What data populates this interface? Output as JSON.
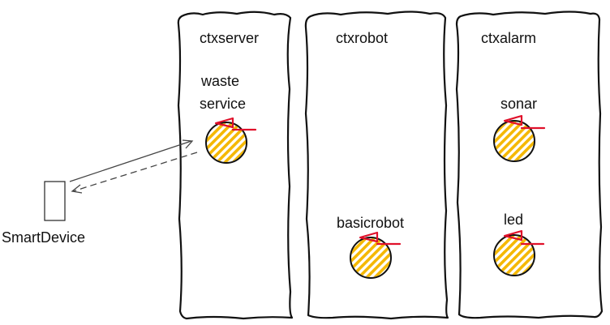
{
  "colors": {
    "actor_stripe": "#f5b800",
    "port_mark": "#e0102a",
    "outline": "#111111"
  },
  "contexts": [
    {
      "label": "ctxserver"
    },
    {
      "label": "ctxrobot"
    },
    {
      "label": "ctxalarm"
    }
  ],
  "actors": [
    {
      "label_lines": [
        "waste",
        "service"
      ],
      "context": "ctxserver"
    },
    {
      "label_lines": [
        "basicrobot"
      ],
      "context": "ctxrobot"
    },
    {
      "label_lines": [
        "sonar"
      ],
      "context": "ctxalarm"
    },
    {
      "label_lines": [
        "led"
      ],
      "context": "ctxalarm"
    }
  ],
  "external_device": {
    "label": "SmartDevice"
  },
  "connections": [
    {
      "from": "SmartDevice",
      "to": "waste service",
      "style": "solid"
    },
    {
      "from": "waste service",
      "to": "SmartDevice",
      "style": "dashed"
    }
  ]
}
